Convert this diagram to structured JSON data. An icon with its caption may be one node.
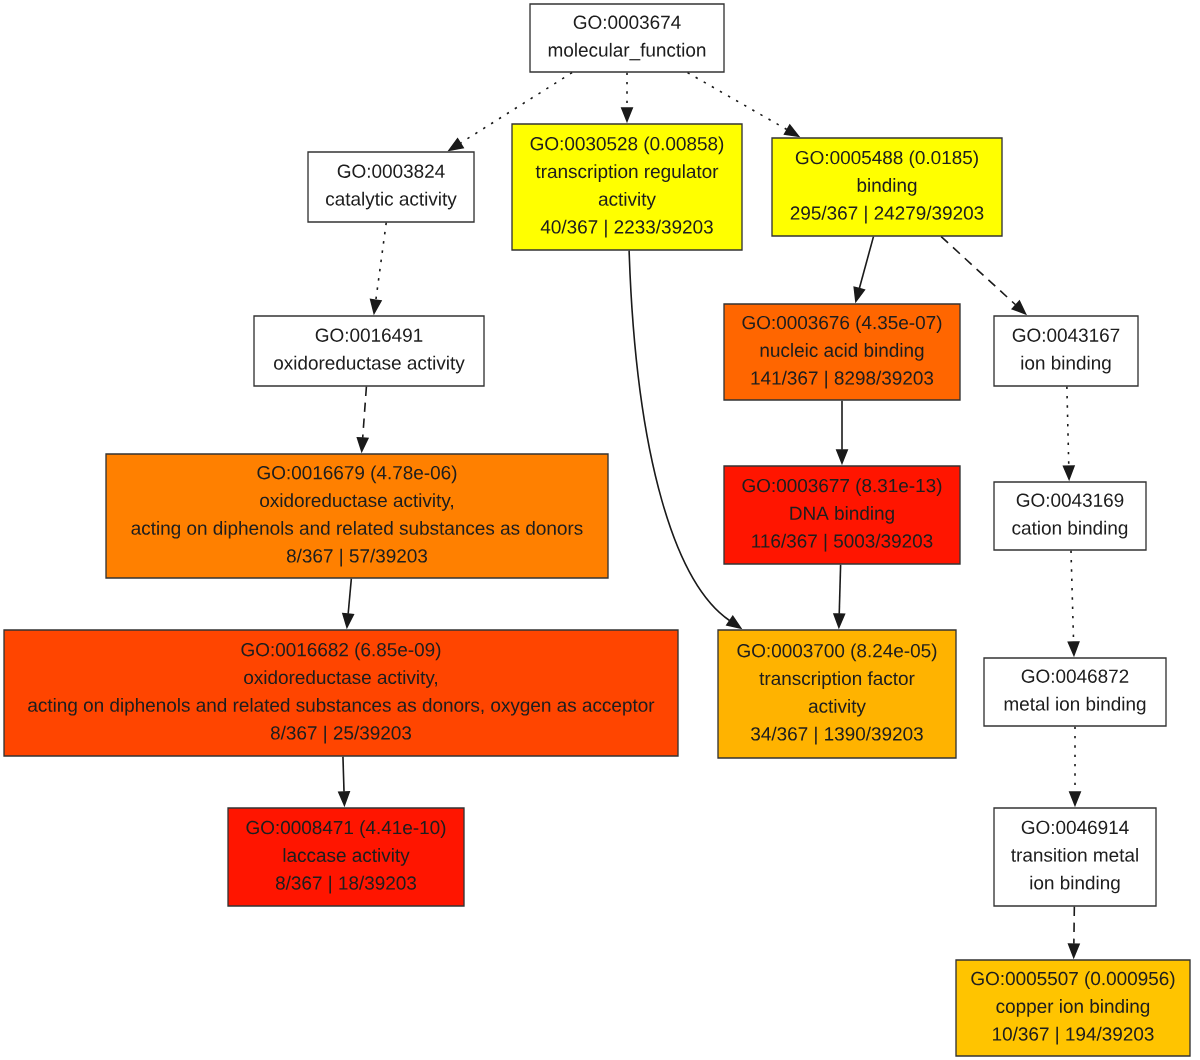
{
  "diagram": {
    "nodes": [
      {
        "text": [
          "GO:0003674",
          "molecular_function"
        ]
      },
      {
        "text": [
          "GO:0003824",
          "catalytic activity"
        ]
      },
      {
        "text": [
          "GO:0030528 (0.00858)",
          "transcription regulator activity",
          "40/367 | 2233/39203"
        ]
      },
      {
        "text": [
          "GO:0005488 (0.0185)",
          "binding",
          "295/367 | 24279/39203"
        ]
      },
      {
        "text": [
          "GO:0016491",
          "oxidoreductase activity"
        ]
      },
      {
        "text": [
          "GO:0003676 (4.35e-07)",
          "nucleic acid binding",
          "141/367 | 8298/39203"
        ]
      },
      {
        "text": [
          "GO:0043167",
          "ion binding"
        ]
      },
      {
        "text": [
          "GO:0016679 (4.78e-06)",
          "oxidoreductase activity,",
          "acting on diphenols and related substances as donors",
          "8/367 | 57/39203"
        ]
      },
      {
        "text": [
          "GO:0003677 (8.31e-13)",
          "DNA binding",
          "116/367 | 5003/39203"
        ]
      },
      {
        "text": [
          "GO:0043169",
          "cation binding"
        ]
      },
      {
        "text": [
          "GO:0016682 (6.85e-09)",
          "oxidoreductase activity,",
          "acting on diphenols and related substances as donors, oxygen as acceptor",
          "8/367 | 25/39203"
        ]
      },
      {
        "text": [
          "GO:0003700 (8.24e-05)",
          "transcription factor activity",
          "34/367 | 1390/39203"
        ]
      },
      {
        "text": [
          "GO:0046872",
          "metal ion binding"
        ]
      },
      {
        "text": [
          "GO:0008471 (4.41e-10)",
          "laccase activity",
          "8/367 | 18/39203"
        ]
      },
      {
        "text": [
          "GO:0046914",
          "transition metal ion binding"
        ]
      },
      {
        "text": [
          "GO:0005507 (0.000956)",
          "copper ion binding",
          "10/367 | 194/39203"
        ]
      }
    ],
    "edges": [
      {
        "from": 0,
        "to": 1,
        "arrow": "to",
        "style": "dashed"
      },
      {
        "from": 0,
        "to": 2,
        "arrow": "to",
        "style": "dashed"
      },
      {
        "from": 0,
        "to": 3,
        "arrow": "to",
        "style": "dashed"
      },
      {
        "from": 1,
        "to": 4,
        "arrow": "to",
        "style": "dashed"
      },
      {
        "from": 3,
        "to": 5,
        "arrow": "to"
      },
      {
        "from": 3,
        "to": 6,
        "arrow": "to",
        "style": "dashed"
      },
      {
        "from": 4,
        "to": 7,
        "arrow": "to",
        "style": "dashed"
      },
      {
        "from": 5,
        "to": 8,
        "arrow": "to"
      },
      {
        "from": 6,
        "to": 9,
        "arrow": "to",
        "style": "dashed"
      },
      {
        "from": 7,
        "to": 10,
        "arrow": "to"
      },
      {
        "from": 8,
        "to": 11,
        "arrow": "to"
      },
      {
        "from": 2,
        "to": 11,
        "arrow": "to"
      },
      {
        "from": 9,
        "to": 12,
        "arrow": "to",
        "style": "dashed"
      },
      {
        "from": 10,
        "to": 13,
        "arrow": "to"
      },
      {
        "from": 12,
        "to": 14,
        "arrow": "to",
        "style": "dashed"
      },
      {
        "from": 14,
        "to": 15,
        "arrow": "to",
        "style": "dashed"
      }
    ]
  }
}
